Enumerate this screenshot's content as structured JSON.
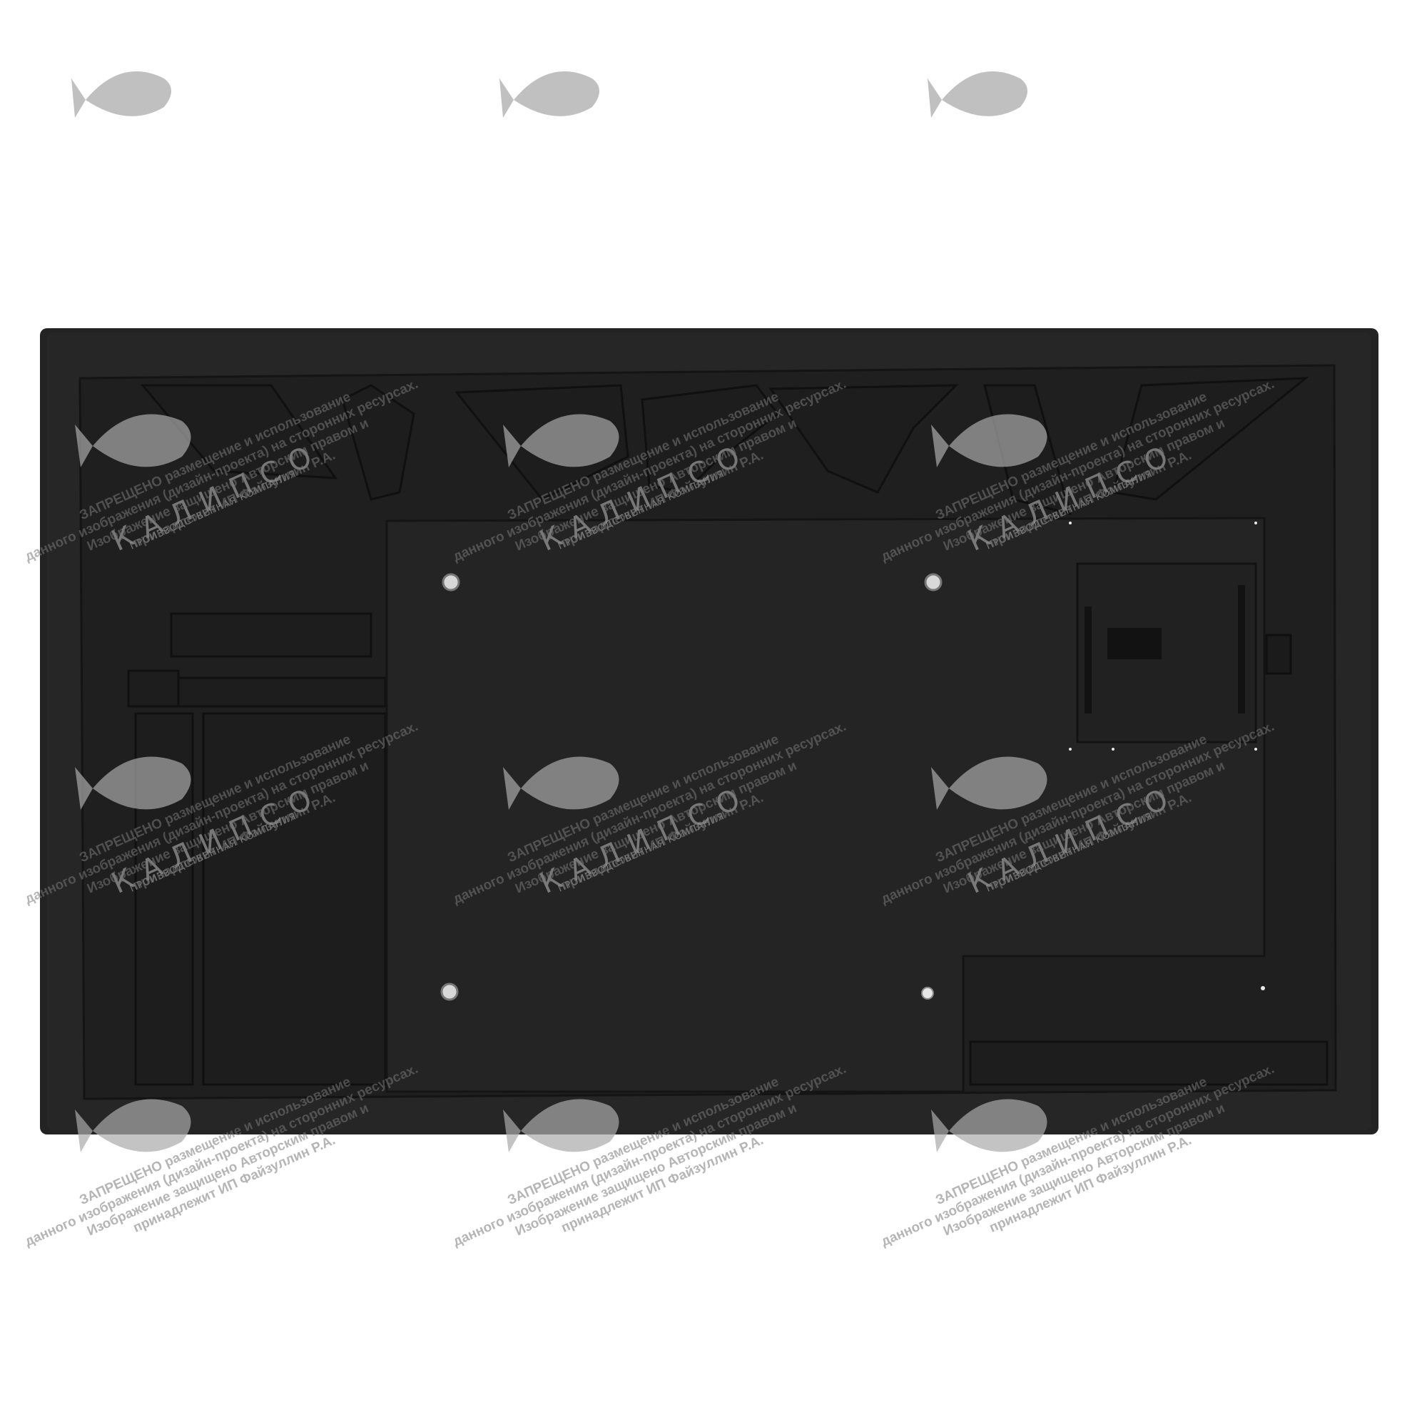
{
  "image": {
    "subject": "rear panel of black display enclosure",
    "background_color": "#ffffff",
    "panel_color": "#222222"
  },
  "watermark": {
    "brand": "КАЛИПСО",
    "brand_subtitle": "ПРОИЗВОДСТВЕННАЯ КОМПАНИЯ",
    "notice_lines": [
      "ЗАПРЕЩЕНО размещение и использование",
      "данного изображения (дизайн-проекта) на сторонних ресурсах.",
      "Изображение защищено Авторским правом и",
      "принадлежит ИП Файзуллин Р.А."
    ]
  }
}
